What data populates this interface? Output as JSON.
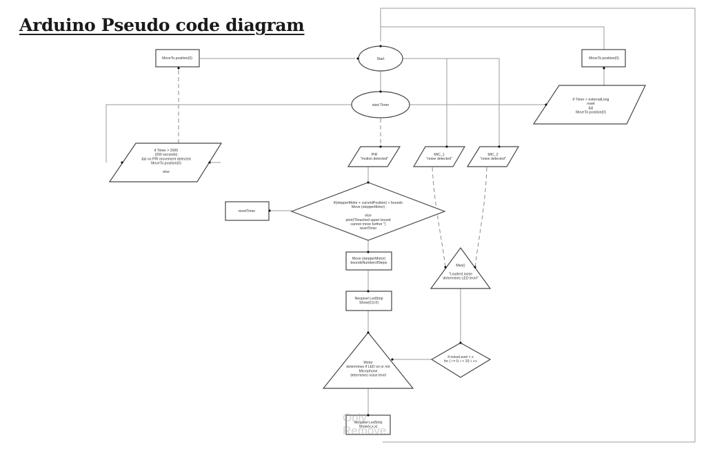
{
  "title": "Arduino Pseudo code diagram",
  "watermark": [
    "Only",
    "Remove."
  ],
  "nodes": {
    "start": {
      "shape": "ellipse",
      "lines": [
        "Start"
      ]
    },
    "start_timer": {
      "shape": "ellipse",
      "lines": [
        "start Timer"
      ]
    },
    "move_left": {
      "shape": "rect",
      "lines": [
        "MoveTo.position(0)"
      ]
    },
    "move_right": {
      "shape": "rect",
      "lines": [
        "MoveTo.position(0)"
      ]
    },
    "timer_right": {
      "shape": "parallelogram",
      "lines": [
        "if Timer > externalLong",
        "reset",
        "&&",
        "MoveTo.position(0)"
      ]
    },
    "timer_left": {
      "shape": "parallelogram",
      "lines": [
        "if Timer > 2000",
        "(200 seconds)",
        "&& no PIR movement detected",
        "MoveTo.position(0)",
        "",
        "else"
      ]
    },
    "pir": {
      "shape": "parallelogram",
      "lines": [
        "PIR",
        "\"motion detected\""
      ]
    },
    "mic1": {
      "shape": "parallelogram",
      "lines": [
        "MIC_1",
        "\"noise detected\""
      ]
    },
    "mic2": {
      "shape": "parallelogram",
      "lines": [
        "MIC_2",
        "\"noise detected\""
      ]
    },
    "reset_timer": {
      "shape": "rect",
      "lines": [
        "resetTimer"
      ]
    },
    "decision": {
      "shape": "diamond",
      "lines": [
        "if(stepperMotor + currentPosition) < bounds",
        "Move (stepperMotor)",
        "",
        "else",
        "print(\"Reached upper bound",
        "cannot move further \")",
        "resetTimer"
      ]
    },
    "move_stepper": {
      "shape": "rect",
      "lines": [
        "Move (stepperMotor)",
        "boundsNumberofSteps"
      ]
    },
    "neopixel1": {
      "shape": "rect",
      "lines": [
        "Neopixel LedStrip",
        "Show(0,0,0)"
      ]
    },
    "max": {
      "shape": "triangle",
      "lines": [
        "Max()",
        "",
        "\"Loudest noise",
        "determines LED level\""
      ]
    },
    "motor_tri": {
      "shape": "triangle",
      "lines": [
        "Motor",
        "determines if LED on or not",
        "Microphone",
        "determines noise level"
      ]
    },
    "noise_decision": {
      "shape": "diamond",
      "lines": [
        "if noiseLevel > x",
        "for ( i = 0; i < 10; i ++"
      ]
    },
    "neopixel2": {
      "shape": "rect",
      "lines": [
        "Neopixel LedStrip",
        "Show(x,x,x)"
      ]
    }
  }
}
